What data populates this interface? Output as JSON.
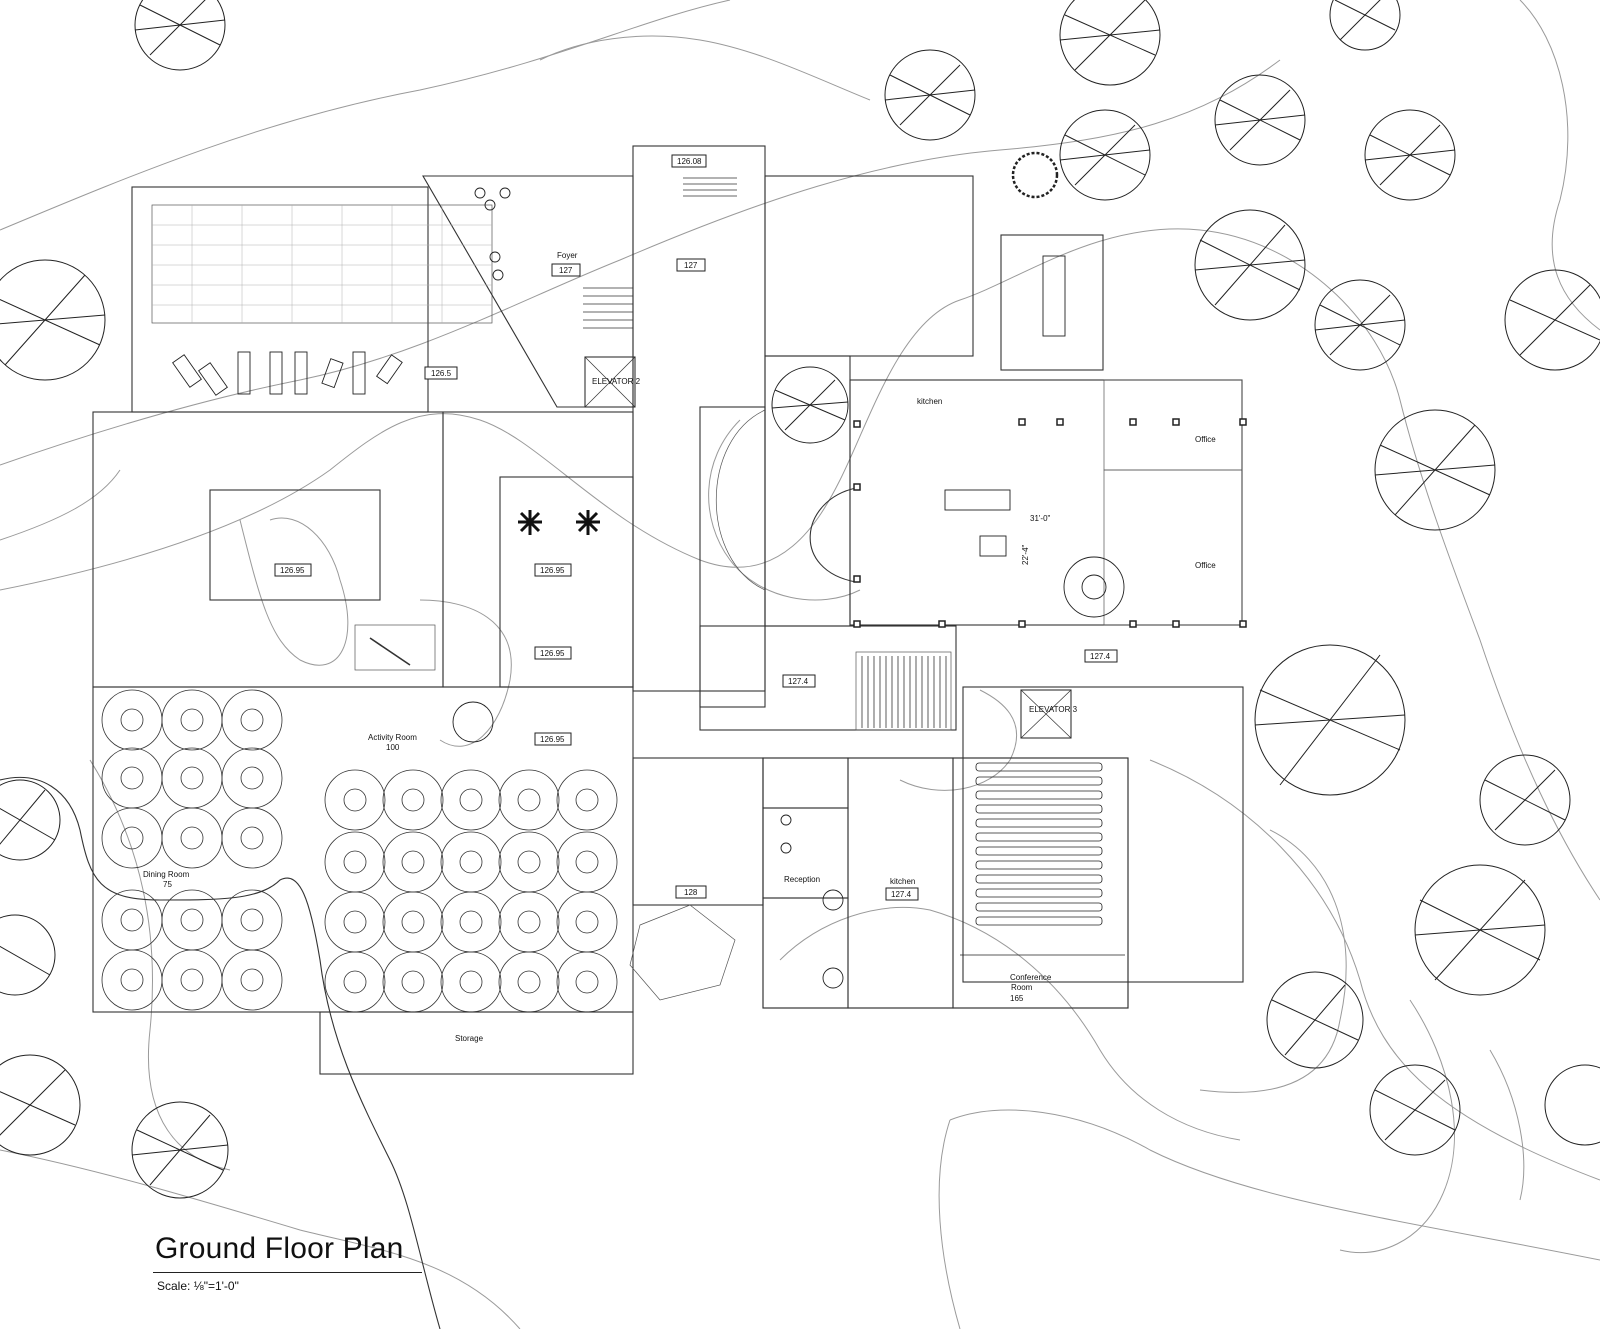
{
  "title": "Ground Floor Plan",
  "scale": "Scale: ⅛\"=1'-0\"",
  "colors": {
    "line": "#333333",
    "contour": "#9a9a9a",
    "background": "#ffffff"
  },
  "rooms": {
    "foyer": "Foyer",
    "kitchen_upper": "kitchen",
    "office_1": "Office",
    "office_2": "Office",
    "activity_room": "Activity Room",
    "activity_room_num": "100",
    "dining_room": "Dining Room",
    "dining_room_num": "75",
    "reception": "Reception",
    "kitchen_lower": "kitchen",
    "conference": "Conference",
    "conference_2": "Room",
    "conference_num": "165",
    "storage": "Storage"
  },
  "elevations": {
    "e1": "126.08",
    "e2": "127",
    "e3": "127",
    "e4": "126.5",
    "e5": "126.95",
    "e6": "126.95",
    "e7": "126.95",
    "e8": "126.95",
    "e9": "127.4",
    "e10": "127.4",
    "e11": "128",
    "e12": "127.4"
  },
  "dimensions": {
    "d1": "31'-0\"",
    "d2": "22'-4\""
  },
  "elevator_labels": {
    "el1": "ELEVATOR 2",
    "el2": "ELEVATOR 3"
  }
}
